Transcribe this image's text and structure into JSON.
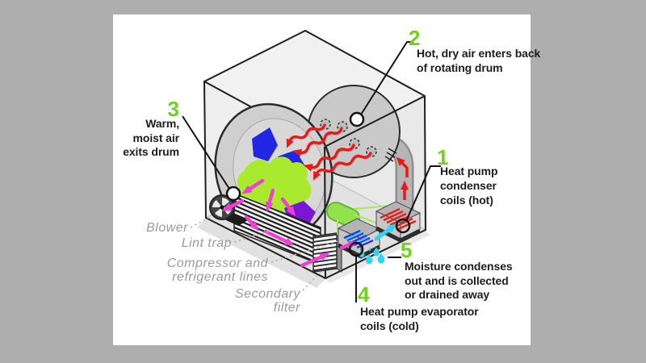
{
  "figure": {
    "type": "cutaway-diagram",
    "subject": "How a heat pump clothes dryer works",
    "background_color": "#aeaeae",
    "canvas_color": "#ffffff"
  },
  "colors": {
    "callout_number_green": "#72d01f",
    "hot_air_red": "#e81a1a",
    "moist_air_magenta": "#f23fd3",
    "water_cyan": "#2fd4f4",
    "cold_coil_blue": "#2438ea",
    "hot_coil_red": "#e32020",
    "compressor_green": "#92e14e",
    "refrigerant_line_green": "#a8e95c",
    "clothes_green": "#a9e92e",
    "clothes_blue": "#2026e2",
    "clothes_purple": "#7a16d6",
    "text_black": "#1d1d1b",
    "part_label_gray": "#9a9a9a"
  },
  "callouts": [
    {
      "number": "1",
      "text": "Heat pump\ncondenser\ncoils (hot)"
    },
    {
      "number": "2",
      "text": "Hot, dry air enters back\nof rotating drum"
    },
    {
      "number": "3",
      "text": "Warm,\nmoist air\nexits drum"
    },
    {
      "number": "4",
      "text": "Heat pump evaporator\ncoils (cold)"
    },
    {
      "number": "5",
      "text": "Moisture condenses\nout and is collected\nor drained away"
    }
  ],
  "part_labels": [
    {
      "label": "Blower"
    },
    {
      "label": "Lint trap"
    },
    {
      "label": "Compressor and\nrefrigerant lines"
    },
    {
      "label": "Secondary\nfilter"
    }
  ],
  "diagram_parts": [
    "dryer-cabinet",
    "rotating-drum",
    "drum-back-air-inlets",
    "tumbling-clothes",
    "hot-air-wavy-arrows",
    "air-duct",
    "condenser-coils",
    "evaporator-coils",
    "compressor",
    "refrigerant-lines",
    "lint-trap",
    "secondary-filter",
    "blower-fan",
    "moist-air-flow-arrows",
    "water-droplets"
  ]
}
